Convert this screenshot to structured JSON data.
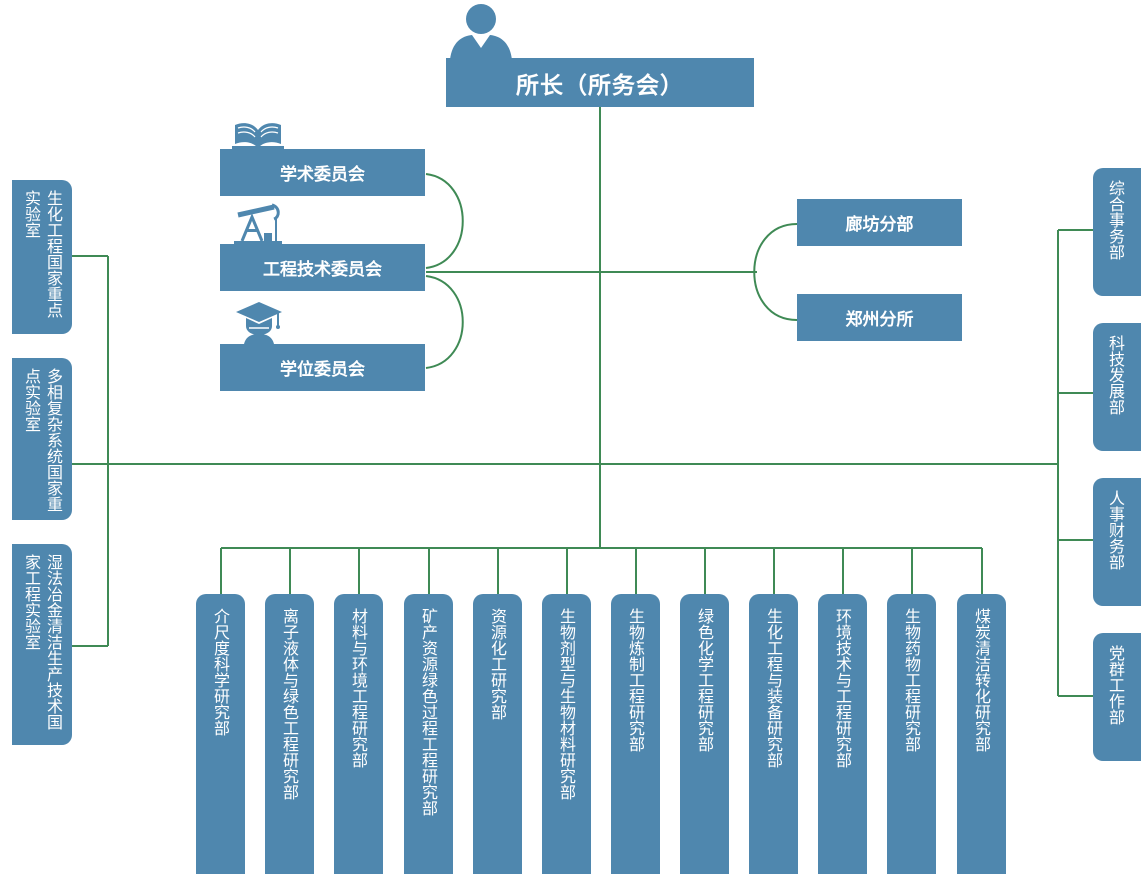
{
  "colors": {
    "box": "#4f87ae",
    "line": "#3f8a55"
  },
  "head": {
    "label": "所长（所务会）"
  },
  "committees": [
    {
      "label": "学术委员会",
      "icon": "open-book-icon"
    },
    {
      "label": "工程技术委员会",
      "icon": "oil-pump-icon"
    },
    {
      "label": "学位委员会",
      "icon": "graduate-cap-icon"
    }
  ],
  "branches": [
    {
      "label": "廊坊分部"
    },
    {
      "label": "郑州分所"
    }
  ],
  "labs": [
    {
      "label": "生化工程国家重点实验室"
    },
    {
      "label": "多相复杂系统国家重点实验室"
    },
    {
      "label": "湿法冶金清洁生产技术国家工程实验室"
    }
  ],
  "admin": [
    {
      "label": "综合事务部"
    },
    {
      "label": "科技发展部"
    },
    {
      "label": "人事财务部"
    },
    {
      "label": "党群工作部"
    }
  ],
  "departments": [
    {
      "label": "介尺度科学研究部"
    },
    {
      "label": "离子液体与绿色工程研究部"
    },
    {
      "label": "材料与环境工程研究部"
    },
    {
      "label": "矿产资源绿色过程工程研究部"
    },
    {
      "label": "资源化工研究部"
    },
    {
      "label": "生物剂型与生物材料研究部"
    },
    {
      "label": "生物炼制工程研究部"
    },
    {
      "label": "绿色化学工程研究部"
    },
    {
      "label": "生化工程与装备研究部"
    },
    {
      "label": "环境技术与工程研究部"
    },
    {
      "label": "生物药物工程研究部"
    },
    {
      "label": "煤炭清洁转化研究部"
    }
  ]
}
